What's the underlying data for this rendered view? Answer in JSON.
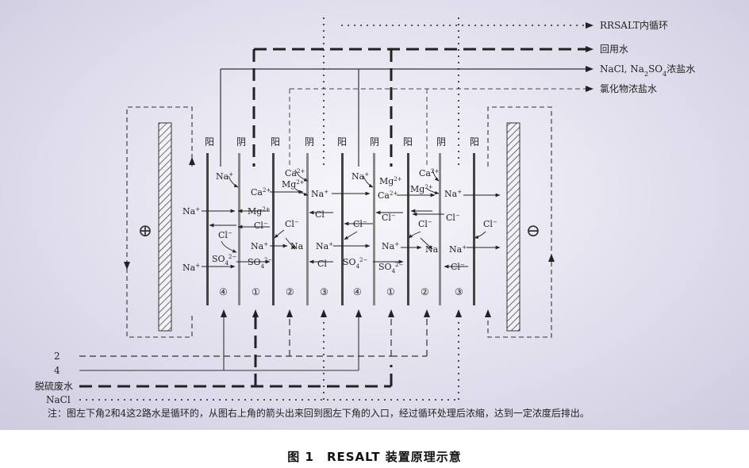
{
  "outputs": {
    "rrsalt": "RRSALT内循环",
    "reuse_water": "回用水",
    "nacl_na2so4_prefix": "NaCl, Na",
    "nacl_na2so4_sub": "2",
    "nacl_na2so4_mid": "SO",
    "nacl_na2so4_sub2": "4",
    "nacl_na2so4_suffix": "浓盐水",
    "chloride_brine": "氯化物浓盐水"
  },
  "membranes": {
    "anode_label": "阳",
    "cathode_label": "阴"
  },
  "electrodes": {
    "positive": "⊕",
    "negative": "⊖"
  },
  "compartments": [
    "④",
    "①",
    "②",
    "③",
    "④",
    "①",
    "②",
    "③"
  ],
  "ions": {
    "na": "Na",
    "ca": "Ca",
    "mg": "Mg",
    "cl": "Cl",
    "so4": "SO",
    "plus": "+",
    "two_plus": "2+",
    "minus": "−",
    "two_minus": "2−",
    "four": "4"
  },
  "inputs": {
    "line2": "2",
    "line4": "4",
    "desulf_wastewater": "脱硫废水",
    "nacl": "NaCl"
  },
  "note": "注：图左下角2和4这2路水是循环的，从图右上角的箭头出来回到图左下角的入口，经过循环处理后浓缩，达到一定浓度后排出。",
  "caption": "图 1　RESALT 装置原理示意"
}
